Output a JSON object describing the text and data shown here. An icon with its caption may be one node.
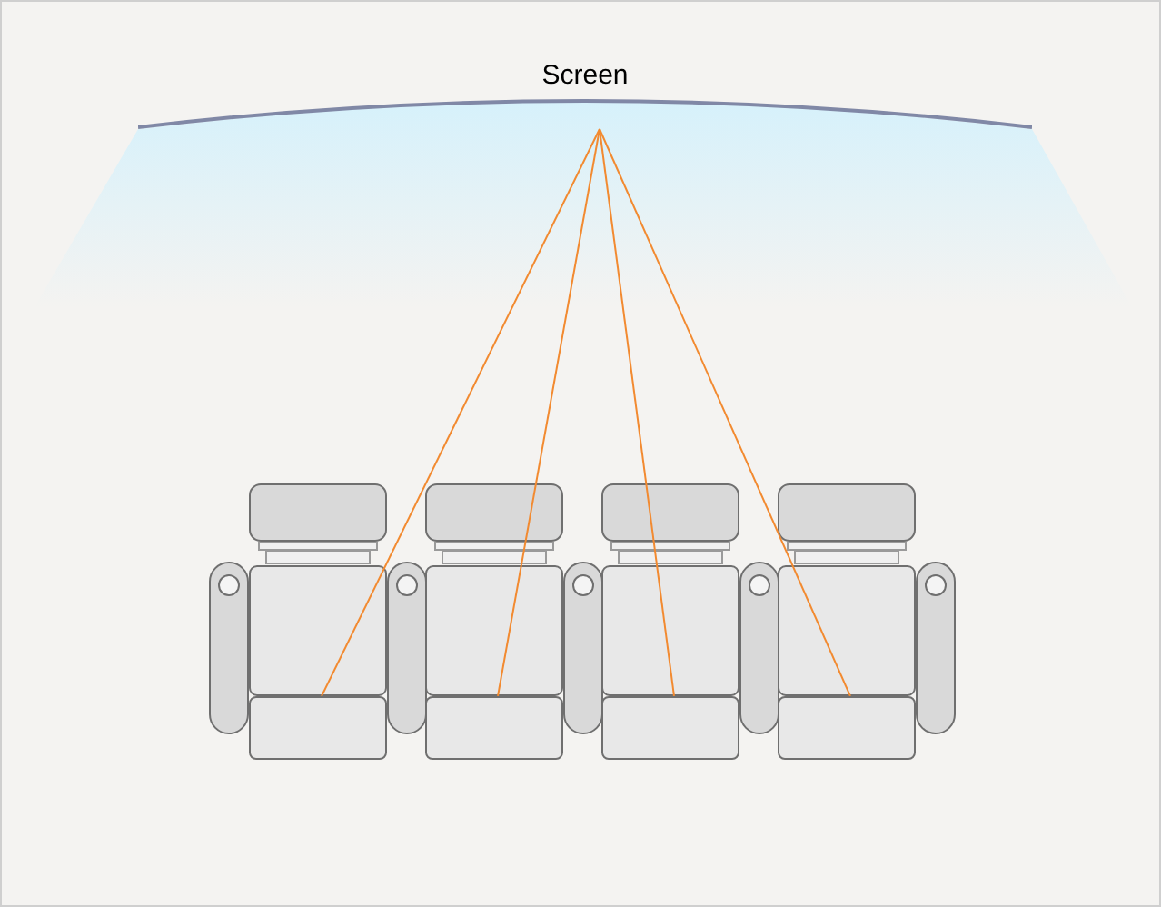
{
  "diagram": {
    "nodes": [
      {
        "text": [
          "Screen"
        ]
      },
      {
        "text": [],
        "shape": "box"
      },
      {
        "text": [],
        "shape": "box"
      },
      {
        "text": [],
        "shape": "box"
      },
      {
        "text": [],
        "shape": "box"
      }
    ],
    "edges": [
      {
        "from": 0,
        "to": 1,
        "arrow": "none",
        "color": "#f28a30"
      },
      {
        "from": 0,
        "to": 2,
        "arrow": "none",
        "color": "#f28a30"
      },
      {
        "from": 0,
        "to": 3,
        "arrow": "none",
        "color": "#f28a30"
      },
      {
        "from": 0,
        "to": 4,
        "arrow": "none",
        "color": "#f28a30"
      }
    ]
  }
}
